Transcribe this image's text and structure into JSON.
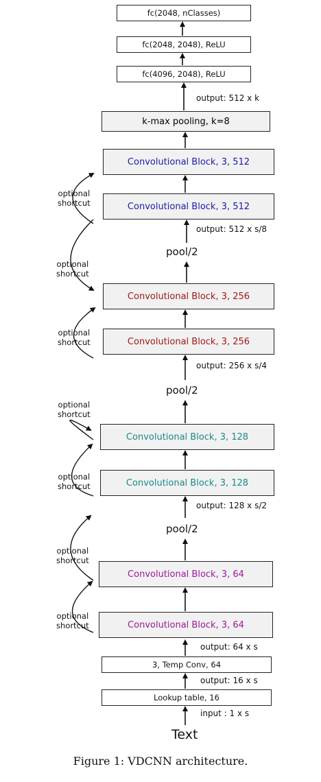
{
  "colors": {
    "blue": "#1c1ca6",
    "red": "#a01818",
    "teal": "#1a8a8a",
    "magenta": "#9a1a9a",
    "line": "#111111"
  },
  "layers": [
    {
      "label": "fc(2048, nClasses)"
    },
    {
      "label": "fc(2048, 2048), ReLU"
    },
    {
      "label": "fc(4096, 2048), ReLU"
    },
    {
      "label": "k-max pooling, k=8"
    },
    {
      "label": "Convolutional Block, 3, 512",
      "color": "blue"
    },
    {
      "label": "Convolutional Block, 3, 512",
      "color": "blue"
    },
    {
      "label": "Convolutional Block, 3, 256",
      "color": "red"
    },
    {
      "label": "Convolutional Block, 3, 256",
      "color": "red"
    },
    {
      "label": "Convolutional Block, 3, 128",
      "color": "teal"
    },
    {
      "label": "Convolutional Block, 3, 128",
      "color": "teal"
    },
    {
      "label": "Convolutional Block, 3, 64",
      "color": "magenta"
    },
    {
      "label": "Convolutional Block, 3, 64",
      "color": "magenta"
    },
    {
      "label": "3, Temp Conv, 64"
    },
    {
      "label": "Lookup table, 16"
    }
  ],
  "outputs": [
    "output: 512 x k",
    "output: 512 x s/8",
    "output: 256 x s/4",
    "output: 128 x s/2",
    "output: 64 x s",
    "output: 16 x s"
  ],
  "input_label": "input :  1 x s",
  "pool_labels": [
    "pool/2",
    "pool/2",
    "pool/2"
  ],
  "shortcut_label_lines": [
    "optional",
    "shortcut"
  ],
  "shortcut_count": 7,
  "text_label": "Text",
  "caption": "Figure 1: VDCNN architecture."
}
